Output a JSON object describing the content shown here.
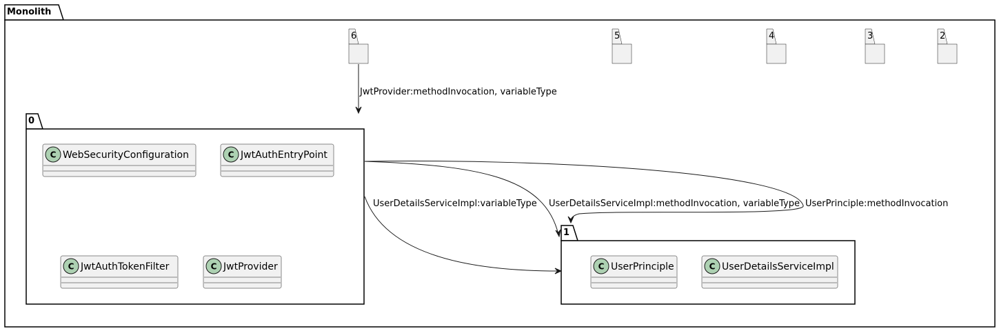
{
  "outer_package": {
    "title": "Monolith"
  },
  "empty_packages": [
    {
      "id": "p6",
      "title": "6"
    },
    {
      "id": "p5",
      "title": "5"
    },
    {
      "id": "p4",
      "title": "4"
    },
    {
      "id": "p3",
      "title": "3"
    },
    {
      "id": "p2",
      "title": "2"
    }
  ],
  "packages": [
    {
      "id": "p0",
      "title": "0",
      "classes": [
        {
          "name": "WebSecurityConfiguration",
          "stereotype": "C"
        },
        {
          "name": "JwtAuthEntryPoint",
          "stereotype": "C"
        },
        {
          "name": "JwtAuthTokenFilter",
          "stereotype": "C"
        },
        {
          "name": "JwtProvider",
          "stereotype": "C"
        }
      ]
    },
    {
      "id": "p1",
      "title": "1",
      "classes": [
        {
          "name": "UserPrinciple",
          "stereotype": "C"
        },
        {
          "name": "UserDetailsServiceImpl",
          "stereotype": "C"
        }
      ]
    }
  ],
  "edges": [
    {
      "from": "6",
      "to": "0",
      "label": "JwtProvider:methodInvocation, variableType"
    },
    {
      "from": "0",
      "to": "1",
      "label": "UserDetailsServiceImpl:variableType"
    },
    {
      "from": "0",
      "to": "1",
      "label": "UserDetailsServiceImpl:methodInvocation, variableType"
    },
    {
      "from": "0",
      "to": "1",
      "label": "UserPrinciple:methodInvocation"
    }
  ]
}
